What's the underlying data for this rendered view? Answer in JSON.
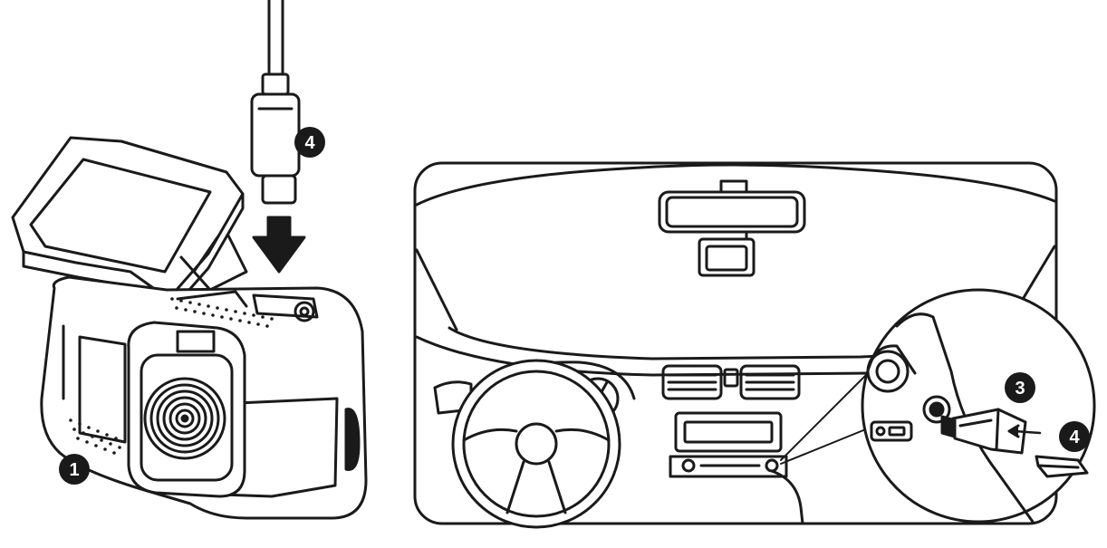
{
  "callouts": {
    "cam_port": "4",
    "cam_mic": "1",
    "socket_adapter": "3",
    "usb_plug": "4"
  },
  "colors": {
    "line": "#1a1a1a",
    "fill_light": "#ffffff",
    "fill_dark": "#1a1a1a",
    "callout_bg": "#1a1a1a",
    "callout_text": "#ffffff"
  },
  "icons": [
    "arrow-down-icon",
    "dashcam-illustration",
    "car-interior-illustration",
    "magnifier-inset"
  ]
}
